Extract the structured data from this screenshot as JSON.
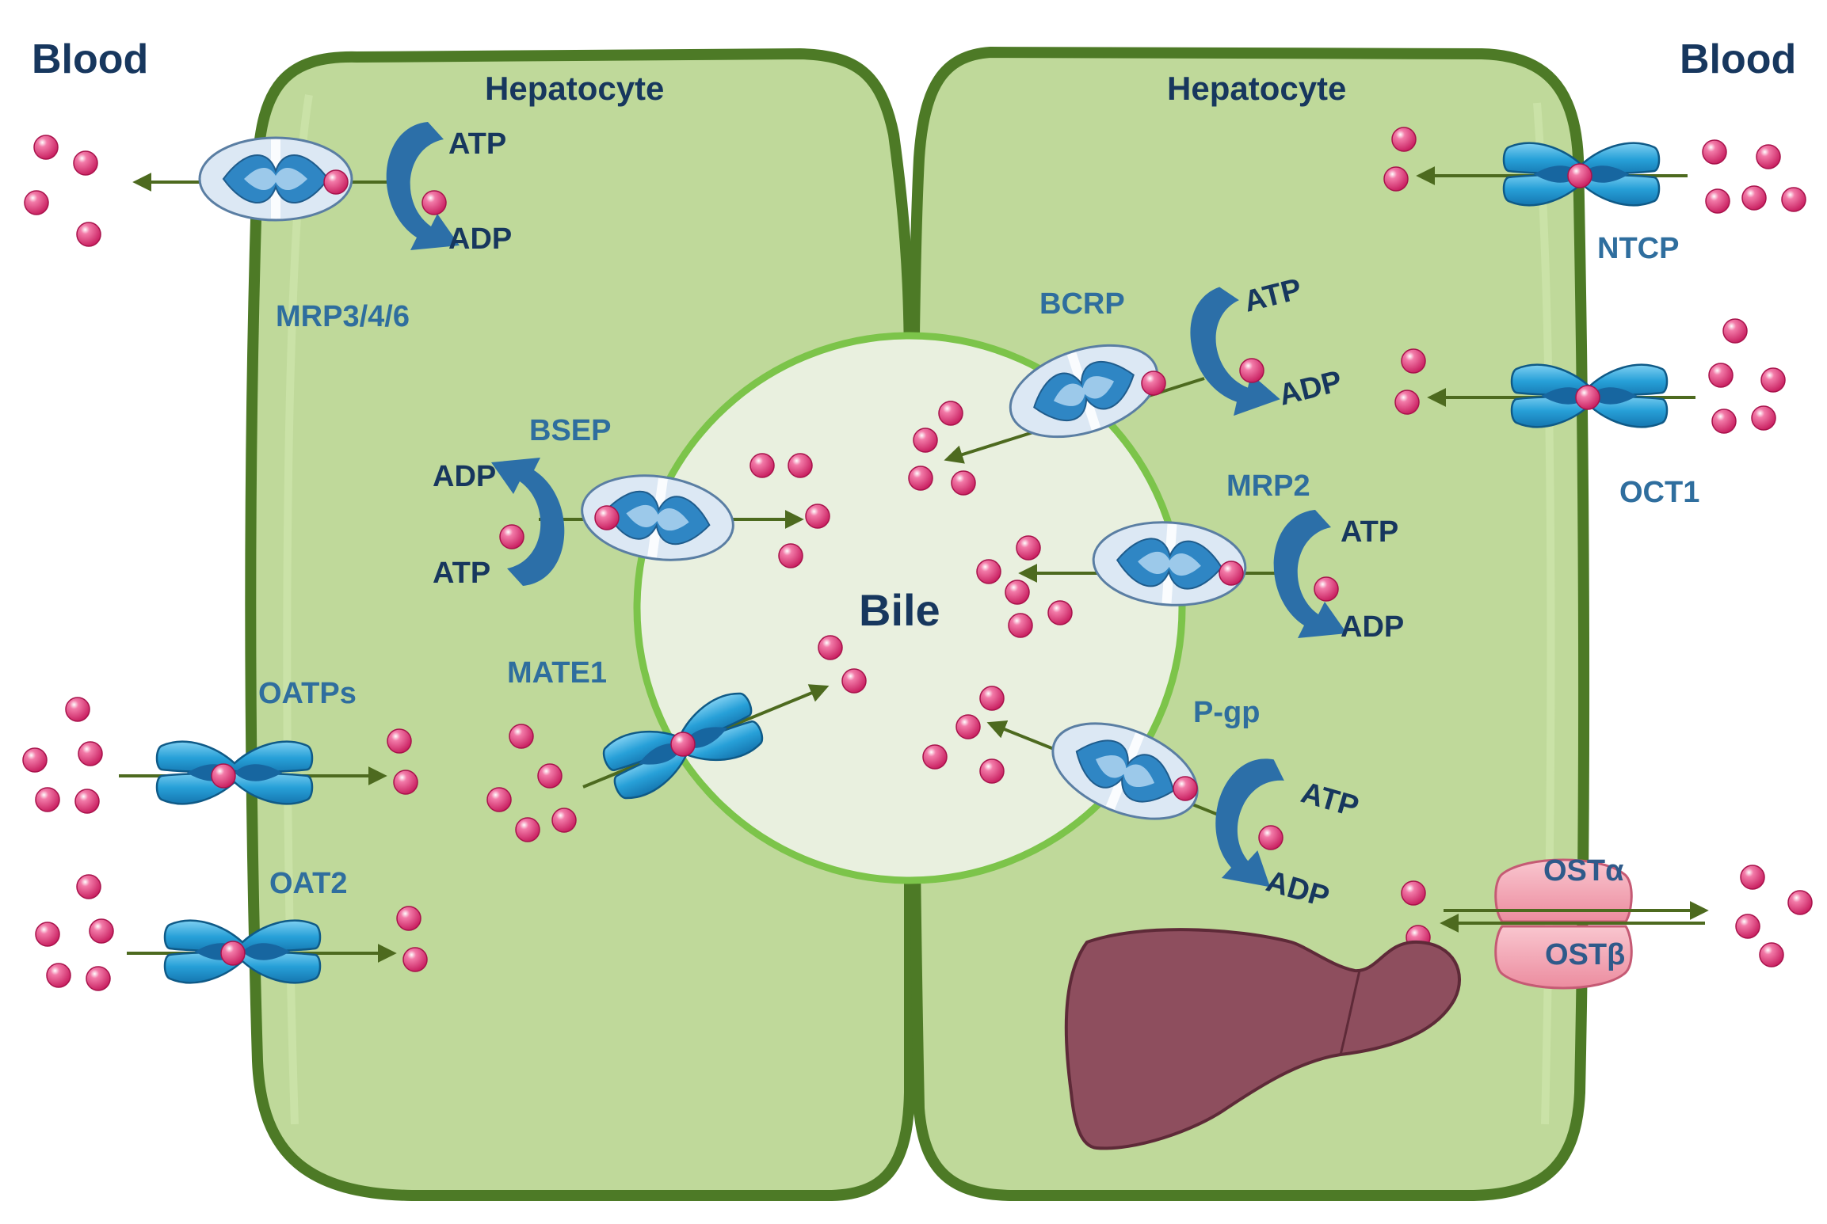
{
  "labels": {
    "blood_left": "Blood",
    "blood_right": "Blood",
    "hepatocyte_left": "Hepatocyte",
    "hepatocyte_right": "Hepatocyte",
    "bile": "Bile",
    "atp": "ATP",
    "adp": "ADP"
  },
  "transporters": {
    "mrp346": "MRP3/4/6",
    "bsep": "BSEP",
    "oatps": "OATPs",
    "oat2": "OAT2",
    "mate1": "MATE1",
    "ntcp": "NTCP",
    "oct1": "OCT1",
    "bcrp": "BCRP",
    "mrp2": "MRP2",
    "pgp": "P-gp",
    "ost_alpha": "OSTα",
    "ost_beta": "OSTβ"
  },
  "icons": {
    "abc_transporter": "abc-transporter-icon",
    "solute_carrier": "solute-carrier-icon",
    "substrate": "substrate-molecule-icon",
    "energy": "atp-adp-arrow-icon",
    "liver": "liver-icon"
  },
  "colors": {
    "cell_fill": "#bfd99a",
    "cell_border": "#4d7a26",
    "bile_fill": "#e9f0df",
    "bile_border": "#7cc44a",
    "substrate": "#e2266f",
    "abc_outer": "#dce8f4",
    "abc_inner": "#2f86c4",
    "slc": "#27a0d8",
    "energy_arrow": "#2c6fa8",
    "flow_arrow": "#4d6a1f",
    "ost": "#f4a5b3",
    "liver": "#8e4e5e"
  }
}
